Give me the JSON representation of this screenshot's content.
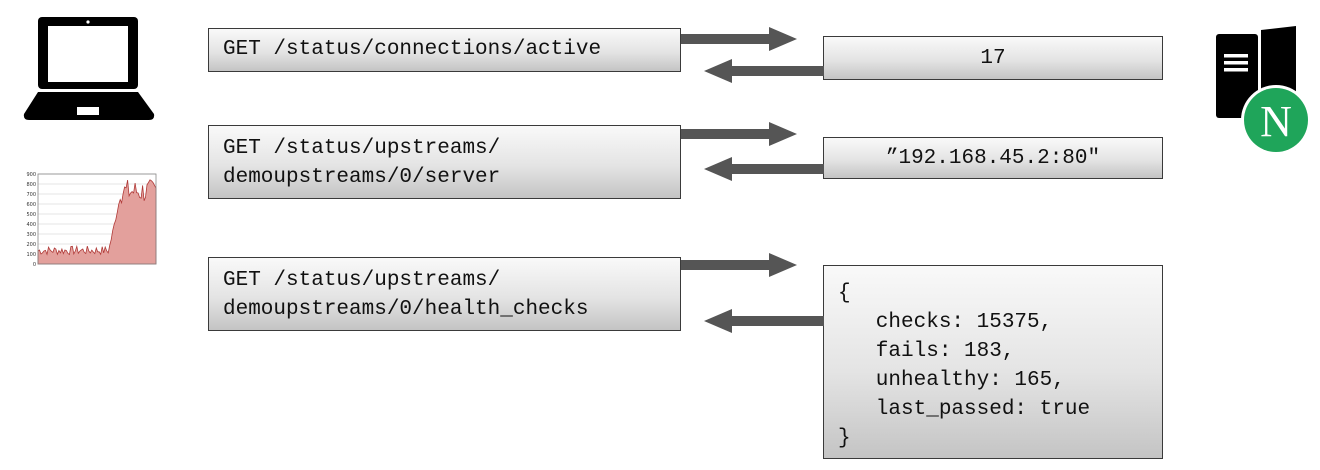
{
  "icons": {
    "client": "laptop-icon",
    "monitor": "line-chart-icon",
    "server": "nginx-server-icon",
    "server_badge": "N",
    "badge_color": "#1fa55a"
  },
  "thumbnail_chart": {
    "y_ticks": [
      "900",
      "800",
      "700",
      "600",
      "500",
      "400",
      "300",
      "200",
      "100",
      "0"
    ]
  },
  "rows": [
    {
      "request": "GET /status/connections/active",
      "response": "17"
    },
    {
      "request": "GET /status/upstreams/\ndemoupstreams/0/server",
      "response": "”192.168.45.2:80\""
    },
    {
      "request": "GET /status/upstreams/\ndemoupstreams/0/health_checks",
      "response": "{\n   checks: 15375,\n   fails: 183,\n   unhealthy: 165,\n   last_passed: true\n}"
    }
  ]
}
